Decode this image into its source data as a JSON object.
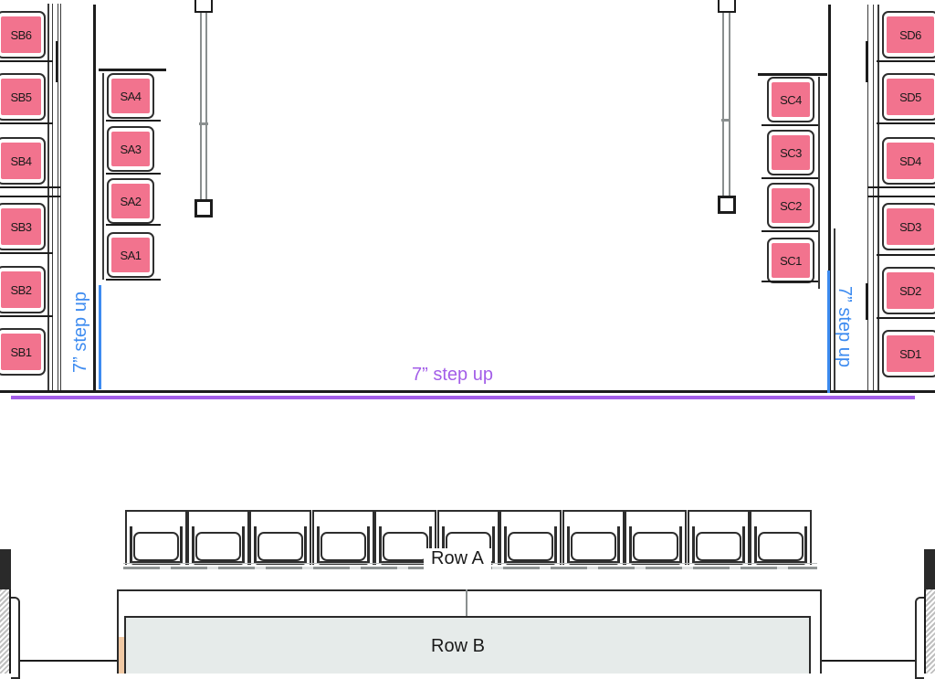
{
  "title": "Stage seating plan",
  "colors": {
    "seat_fill": "#f2738e",
    "step_left_right": "#3d8bf0",
    "step_front": "#a35ee8",
    "row_b_fill": "#e6ebea",
    "riser_accent": "#f0c9a4"
  },
  "seats": {
    "SB": [
      "SB6",
      "SB5",
      "SB4",
      "SB3",
      "SB2",
      "SB1"
    ],
    "SA": [
      "SA4",
      "SA3",
      "SA2",
      "SA1"
    ],
    "SC": [
      "SC4",
      "SC3",
      "SC2",
      "SC1"
    ],
    "SD": [
      "SD6",
      "SD5",
      "SD4",
      "SD3",
      "SD2",
      "SD1"
    ]
  },
  "annotations": {
    "left_step": "7” step up",
    "right_step": "7” step up",
    "front_step": "7” step up"
  },
  "rows": {
    "row_a": "Row A",
    "row_b": "Row B",
    "row_a_seat_count": 11
  }
}
